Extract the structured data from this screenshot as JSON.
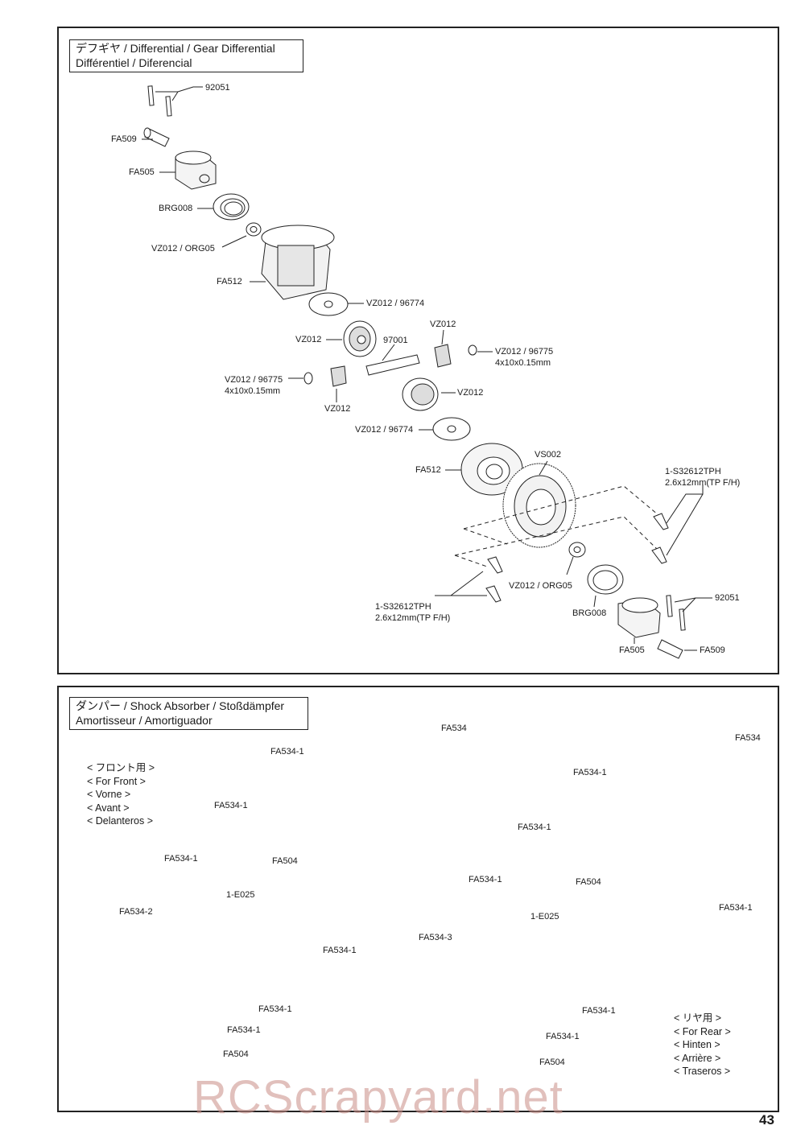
{
  "diff": {
    "title_line1": "デフギヤ / Differential / Gear Differential",
    "title_line2": "Différentiel / Diferencial",
    "labels": {
      "p92051_top": "92051",
      "fa509_top": "FA509",
      "fa505_top": "FA505",
      "brg008_top": "BRG008",
      "vz012_org05_top": "VZ012 / ORG05",
      "fa512_top": "FA512",
      "vz012_96774_top": "VZ012 / 96774",
      "vz012_a": "VZ012",
      "p97001": "97001",
      "vz012_b": "VZ012",
      "vz012_96775_right": "VZ012 / 96775",
      "spec_4x10_right": "4x10x0.15mm",
      "vz012_96775_left": "VZ012 / 96775",
      "spec_4x10_left": "4x10x0.15mm",
      "vz012_c": "VZ012",
      "vz012_d": "VZ012",
      "vz012_96774_bottom": "VZ012 / 96774",
      "fa512_bottom": "FA512",
      "vs002": "VS002",
      "screw_right_1": "1-S32612TPH",
      "screw_right_2": "2.6x12mm(TP F/H)",
      "screw_left_1": "1-S32612TPH",
      "screw_left_2": "2.6x12mm(TP F/H)",
      "vz012_org05_bottom": "VZ012 / ORG05",
      "brg008_bottom": "BRG008",
      "p92051_bottom": "92051",
      "fa505_bottom": "FA505",
      "fa509_bottom": "FA509"
    }
  },
  "shock": {
    "title_line1": "ダンパー / Shock Absorber / Stoßdämpfer",
    "title_line2": "Amortisseur / Amortiguador",
    "front_list": [
      "< フロント用 >",
      "< For Front >",
      "< Vorne >",
      "< Avant >",
      "< Delanteros >"
    ],
    "rear_list": [
      "< リヤ用 >",
      "< For Rear >",
      "< Hinten >",
      "< Arrière >",
      "< Traseros >"
    ],
    "front_labels": {
      "fa534": "FA534",
      "fa534_1_a": "FA534-1",
      "fa534_1_b": "FA534-1",
      "fa504_a": "FA504",
      "fa534_1_c": "FA534-1",
      "e025": "1-E025",
      "fa534_2": "FA534-2",
      "fa534_1_d": "FA534-1",
      "fa534_1_e": "FA534-1",
      "fa534_1_f": "FA534-1",
      "fa504_b": "FA504"
    },
    "rear_labels": {
      "fa534": "FA534",
      "fa534_1_a": "FA534-1",
      "fa534_1_b": "FA534-1",
      "fa534_1_c": "FA534-1",
      "fa504_a": "FA504",
      "e025": "1-E025",
      "fa534_1_d": "FA534-1",
      "fa534_3": "FA534-3",
      "fa534_1_e": "FA534-1",
      "fa534_1_f": "FA534-1",
      "fa504_b": "FA504"
    }
  },
  "watermark": "RCScrapyard.net",
  "page_number": "43"
}
